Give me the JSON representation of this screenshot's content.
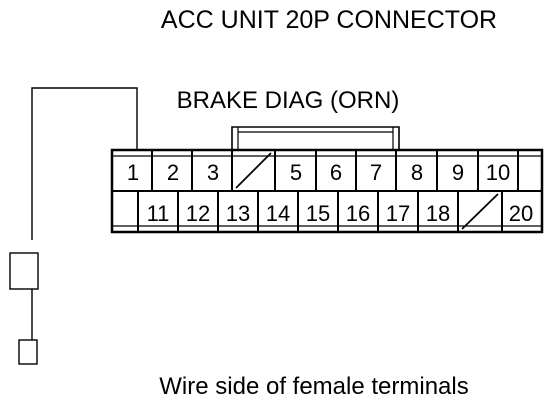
{
  "diagram": {
    "title": "ACC UNIT 20P CONNECTOR",
    "wire_label": "BRAKE DIAG (ORN)",
    "footer": "Wire side of female terminals",
    "top_row": [
      "1",
      "2",
      "3",
      "",
      "5",
      "6",
      "7",
      "8",
      "9",
      "10"
    ],
    "bottom_row": [
      "",
      "11",
      "12",
      "13",
      "14",
      "15",
      "16",
      "17",
      "18",
      "",
      "20"
    ]
  },
  "colors": {
    "line": "#000000",
    "background": "#ffffff"
  }
}
